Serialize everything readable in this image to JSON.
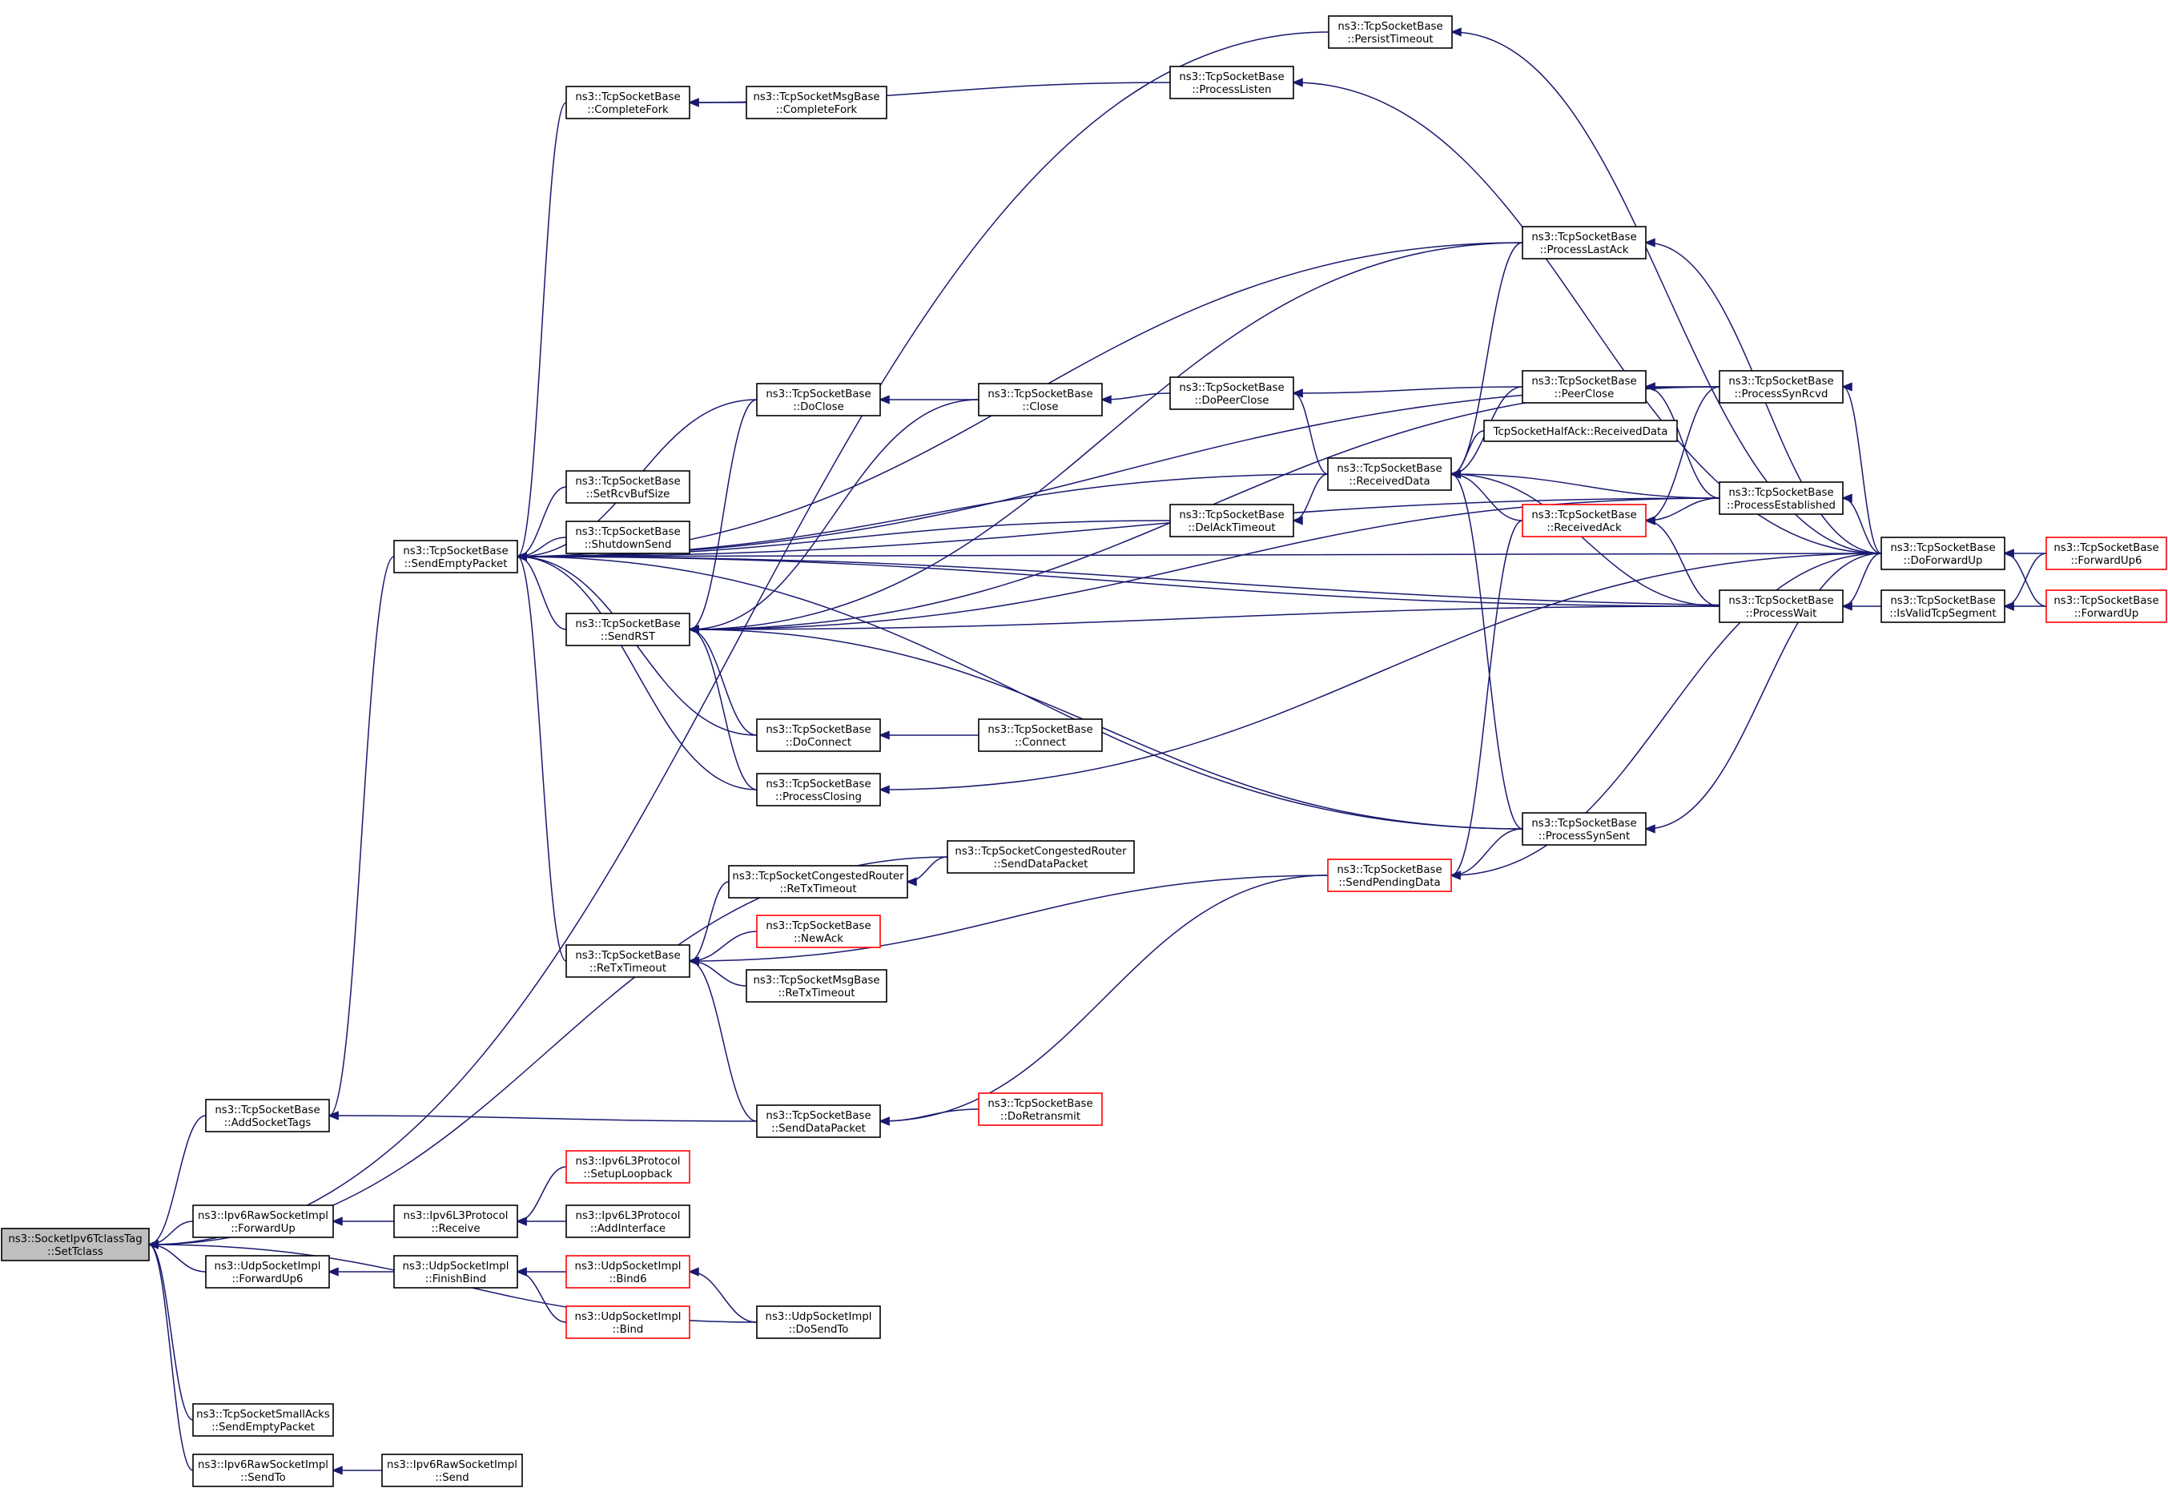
{
  "graph": {
    "root": "root",
    "colors": {
      "edge": "#191970",
      "root_fill": "#bfbfbf",
      "external_border": "#ff0000",
      "node_border": "#000000"
    },
    "nodes": [
      {
        "id": "root",
        "lines": [
          "ns3::SocketIpv6TclassTag",
          "::SetTclass"
        ],
        "root": true
      },
      {
        "id": "persistTimeout",
        "lines": [
          "ns3::TcpSocketBase",
          "::PersistTimeout"
        ]
      },
      {
        "id": "completeFork",
        "lines": [
          "ns3::TcpSocketBase",
          "::CompleteFork"
        ]
      },
      {
        "id": "msgCompleteFork",
        "lines": [
          "ns3::TcpSocketMsgBase",
          "::CompleteFork"
        ]
      },
      {
        "id": "processListen",
        "lines": [
          "ns3::TcpSocketBase",
          "::ProcessListen"
        ]
      },
      {
        "id": "processLastAck",
        "lines": [
          "ns3::TcpSocketBase",
          "::ProcessLastAck"
        ]
      },
      {
        "id": "doClose",
        "lines": [
          "ns3::TcpSocketBase",
          "::DoClose"
        ]
      },
      {
        "id": "close",
        "lines": [
          "ns3::TcpSocketBase",
          "::Close"
        ]
      },
      {
        "id": "doPeerClose",
        "lines": [
          "ns3::TcpSocketBase",
          "::DoPeerClose"
        ]
      },
      {
        "id": "peerClose",
        "lines": [
          "ns3::TcpSocketBase",
          "::PeerClose"
        ]
      },
      {
        "id": "processSynRcvd",
        "lines": [
          "ns3::TcpSocketBase",
          "::ProcessSynRcvd"
        ]
      },
      {
        "id": "halfAck",
        "lines": [
          "TcpSocketHalfAck::ReceivedData"
        ]
      },
      {
        "id": "setRcvBufSize",
        "lines": [
          "ns3::TcpSocketBase",
          "::SetRcvBufSize"
        ]
      },
      {
        "id": "receivedData",
        "lines": [
          "ns3::TcpSocketBase",
          "::ReceivedData"
        ]
      },
      {
        "id": "processEstablished",
        "lines": [
          "ns3::TcpSocketBase",
          "::ProcessEstablished"
        ]
      },
      {
        "id": "shutdownSend",
        "lines": [
          "ns3::TcpSocketBase",
          "::ShutdownSend"
        ]
      },
      {
        "id": "delAckTimeout",
        "lines": [
          "ns3::TcpSocketBase",
          "::DelAckTimeout"
        ]
      },
      {
        "id": "receivedAck",
        "lines": [
          "ns3::TcpSocketBase",
          "::ReceivedAck"
        ],
        "external": true
      },
      {
        "id": "sendEmptyPacket",
        "lines": [
          "ns3::TcpSocketBase",
          "::SendEmptyPacket"
        ]
      },
      {
        "id": "doForwardUp",
        "lines": [
          "ns3::TcpSocketBase",
          "::DoForwardUp"
        ]
      },
      {
        "id": "forwardUp6",
        "lines": [
          "ns3::TcpSocketBase",
          "::ForwardUp6"
        ],
        "external": true
      },
      {
        "id": "isValidTcpSegment",
        "lines": [
          "ns3::TcpSocketBase",
          "::IsValidTcpSegment"
        ]
      },
      {
        "id": "forwardUp",
        "lines": [
          "ns3::TcpSocketBase",
          "::ForwardUp"
        ],
        "external": true
      },
      {
        "id": "sendRST",
        "lines": [
          "ns3::TcpSocketBase",
          "::SendRST"
        ]
      },
      {
        "id": "processWait",
        "lines": [
          "ns3::TcpSocketBase",
          "::ProcessWait"
        ]
      },
      {
        "id": "doConnect",
        "lines": [
          "ns3::TcpSocketBase",
          "::DoConnect"
        ]
      },
      {
        "id": "connect",
        "lines": [
          "ns3::TcpSocketBase",
          "::Connect"
        ]
      },
      {
        "id": "processClosing",
        "lines": [
          "ns3::TcpSocketBase",
          "::ProcessClosing"
        ]
      },
      {
        "id": "processSynSent",
        "lines": [
          "ns3::TcpSocketBase",
          "::ProcessSynSent"
        ]
      },
      {
        "id": "congSendDataPacket",
        "lines": [
          "ns3::TcpSocketCongestedRouter",
          "::SendDataPacket"
        ]
      },
      {
        "id": "congReTxTimeout",
        "lines": [
          "ns3::TcpSocketCongestedRouter",
          "::ReTxTimeout"
        ]
      },
      {
        "id": "sendPendingData",
        "lines": [
          "ns3::TcpSocketBase",
          "::SendPendingData"
        ],
        "external": true
      },
      {
        "id": "newAck",
        "lines": [
          "ns3::TcpSocketBase",
          "::NewAck"
        ],
        "external": true
      },
      {
        "id": "reTxTimeout",
        "lines": [
          "ns3::TcpSocketBase",
          "::ReTxTimeout"
        ]
      },
      {
        "id": "msgReTxTimeout",
        "lines": [
          "ns3::TcpSocketMsgBase",
          "::ReTxTimeout"
        ]
      },
      {
        "id": "addSocketTags",
        "lines": [
          "ns3::TcpSocketBase",
          "::AddSocketTags"
        ]
      },
      {
        "id": "sendDataPacket",
        "lines": [
          "ns3::TcpSocketBase",
          "::SendDataPacket"
        ]
      },
      {
        "id": "doRetransmit",
        "lines": [
          "ns3::TcpSocketBase",
          "::DoRetransmit"
        ],
        "external": true
      },
      {
        "id": "setupLoopback",
        "lines": [
          "ns3::Ipv6L3Protocol",
          "::SetupLoopback"
        ],
        "external": true
      },
      {
        "id": "rawForwardUp",
        "lines": [
          "ns3::Ipv6RawSocketImpl",
          "::ForwardUp"
        ]
      },
      {
        "id": "l3Receive",
        "lines": [
          "ns3::Ipv6L3Protocol",
          "::Receive"
        ]
      },
      {
        "id": "addInterface",
        "lines": [
          "ns3::Ipv6L3Protocol",
          "::AddInterface"
        ]
      },
      {
        "id": "udpForwardUp6",
        "lines": [
          "ns3::UdpSocketImpl",
          "::ForwardUp6"
        ]
      },
      {
        "id": "finishBind",
        "lines": [
          "ns3::UdpSocketImpl",
          "::FinishBind"
        ]
      },
      {
        "id": "bind6",
        "lines": [
          "ns3::UdpSocketImpl",
          "::Bind6"
        ],
        "external": true
      },
      {
        "id": "doSendTo",
        "lines": [
          "ns3::UdpSocketImpl",
          "::DoSendTo"
        ]
      },
      {
        "id": "bind",
        "lines": [
          "ns3::UdpSocketImpl",
          "::Bind"
        ],
        "external": true
      },
      {
        "id": "smallAcks",
        "lines": [
          "ns3::TcpSocketSmallAcks",
          "::SendEmptyPacket"
        ]
      },
      {
        "id": "rawSendTo",
        "lines": [
          "ns3::Ipv6RawSocketImpl",
          "::SendTo"
        ]
      },
      {
        "id": "rawSend",
        "lines": [
          "ns3::Ipv6RawSocketImpl",
          "::Send"
        ]
      }
    ],
    "edges": [
      [
        "root",
        "persistTimeout"
      ],
      [
        "root",
        "addSocketTags"
      ],
      [
        "root",
        "rawForwardUp"
      ],
      [
        "root",
        "udpForwardUp6"
      ],
      [
        "root",
        "doSendTo"
      ],
      [
        "root",
        "smallAcks"
      ],
      [
        "root",
        "rawSendTo"
      ],
      [
        "root",
        "congSendDataPacket"
      ],
      [
        "persistTimeout",
        "doForwardUp"
      ],
      [
        "addSocketTags",
        "sendEmptyPacket"
      ],
      [
        "addSocketTags",
        "sendDataPacket"
      ],
      [
        "sendEmptyPacket",
        "completeFork"
      ],
      [
        "sendEmptyPacket",
        "processLastAck"
      ],
      [
        "sendEmptyPacket",
        "processSynRcvd"
      ],
      [
        "sendEmptyPacket",
        "processEstablished"
      ],
      [
        "sendEmptyPacket",
        "doClose"
      ],
      [
        "sendEmptyPacket",
        "receivedData"
      ],
      [
        "sendEmptyPacket",
        "setRcvBufSize"
      ],
      [
        "sendEmptyPacket",
        "shutdownSend"
      ],
      [
        "sendEmptyPacket",
        "delAckTimeout"
      ],
      [
        "sendEmptyPacket",
        "sendRST"
      ],
      [
        "sendEmptyPacket",
        "processWait"
      ],
      [
        "sendEmptyPacket",
        "doConnect"
      ],
      [
        "sendEmptyPacket",
        "processClosing"
      ],
      [
        "sendEmptyPacket",
        "reTxTimeout"
      ],
      [
        "sendEmptyPacket",
        "processSynSent"
      ],
      [
        "sendEmptyPacket",
        "doForwardUp"
      ],
      [
        "completeFork",
        "msgCompleteFork"
      ],
      [
        "completeFork",
        "processListen"
      ],
      [
        "processListen",
        "doForwardUp"
      ],
      [
        "processLastAck",
        "doForwardUp"
      ],
      [
        "doClose",
        "close"
      ],
      [
        "close",
        "doPeerClose"
      ],
      [
        "doPeerClose",
        "peerClose"
      ],
      [
        "doPeerClose",
        "receivedData"
      ],
      [
        "peerClose",
        "processSynRcvd"
      ],
      [
        "peerClose",
        "processEstablished"
      ],
      [
        "receivedData",
        "processLastAck"
      ],
      [
        "receivedData",
        "peerClose"
      ],
      [
        "receivedData",
        "halfAck"
      ],
      [
        "receivedData",
        "processEstablished"
      ],
      [
        "receivedData",
        "receivedAck"
      ],
      [
        "receivedData",
        "processWait"
      ],
      [
        "receivedData",
        "processSynSent"
      ],
      [
        "delAckTimeout",
        "receivedData"
      ],
      [
        "receivedAck",
        "processSynRcvd"
      ],
      [
        "receivedAck",
        "processEstablished"
      ],
      [
        "receivedAck",
        "processWait"
      ],
      [
        "processSynRcvd",
        "doForwardUp"
      ],
      [
        "processEstablished",
        "doForwardUp"
      ],
      [
        "processWait",
        "doForwardUp"
      ],
      [
        "processClosing",
        "doForwardUp"
      ],
      [
        "processSynSent",
        "doForwardUp"
      ],
      [
        "doForwardUp",
        "forwardUp6"
      ],
      [
        "doForwardUp",
        "forwardUp"
      ],
      [
        "isValidTcpSegment",
        "forwardUp6"
      ],
      [
        "isValidTcpSegment",
        "forwardUp"
      ],
      [
        "sendRST",
        "processLastAck"
      ],
      [
        "sendRST",
        "doClose"
      ],
      [
        "sendRST",
        "close"
      ],
      [
        "sendRST",
        "processSynRcvd"
      ],
      [
        "sendRST",
        "processEstablished"
      ],
      [
        "sendRST",
        "processWait"
      ],
      [
        "sendRST",
        "doConnect"
      ],
      [
        "sendRST",
        "processClosing"
      ],
      [
        "sendRST",
        "processSynSent"
      ],
      [
        "doConnect",
        "connect"
      ],
      [
        "reTxTimeout",
        "congReTxTimeout"
      ],
      [
        "reTxTimeout",
        "newAck"
      ],
      [
        "reTxTimeout",
        "msgReTxTimeout"
      ],
      [
        "reTxTimeout",
        "sendDataPacket"
      ],
      [
        "reTxTimeout",
        "sendPendingData"
      ],
      [
        "congReTxTimeout",
        "congSendDataPacket"
      ],
      [
        "sendPendingData",
        "processSynSent"
      ],
      [
        "sendPendingData",
        "doForwardUp"
      ],
      [
        "sendPendingData",
        "receivedAck"
      ],
      [
        "sendDataPacket",
        "doRetransmit"
      ],
      [
        "sendDataPacket",
        "sendPendingData"
      ],
      [
        "rawForwardUp",
        "l3Receive"
      ],
      [
        "l3Receive",
        "setupLoopback"
      ],
      [
        "l3Receive",
        "addInterface"
      ],
      [
        "udpForwardUp6",
        "finishBind"
      ],
      [
        "finishBind",
        "bind6"
      ],
      [
        "finishBind",
        "bind"
      ],
      [
        "bind6",
        "doSendTo"
      ],
      [
        "rawSendTo",
        "rawSend"
      ],
      [
        "sendEmptyPacket",
        "isValidTcpSegment"
      ]
    ]
  }
}
